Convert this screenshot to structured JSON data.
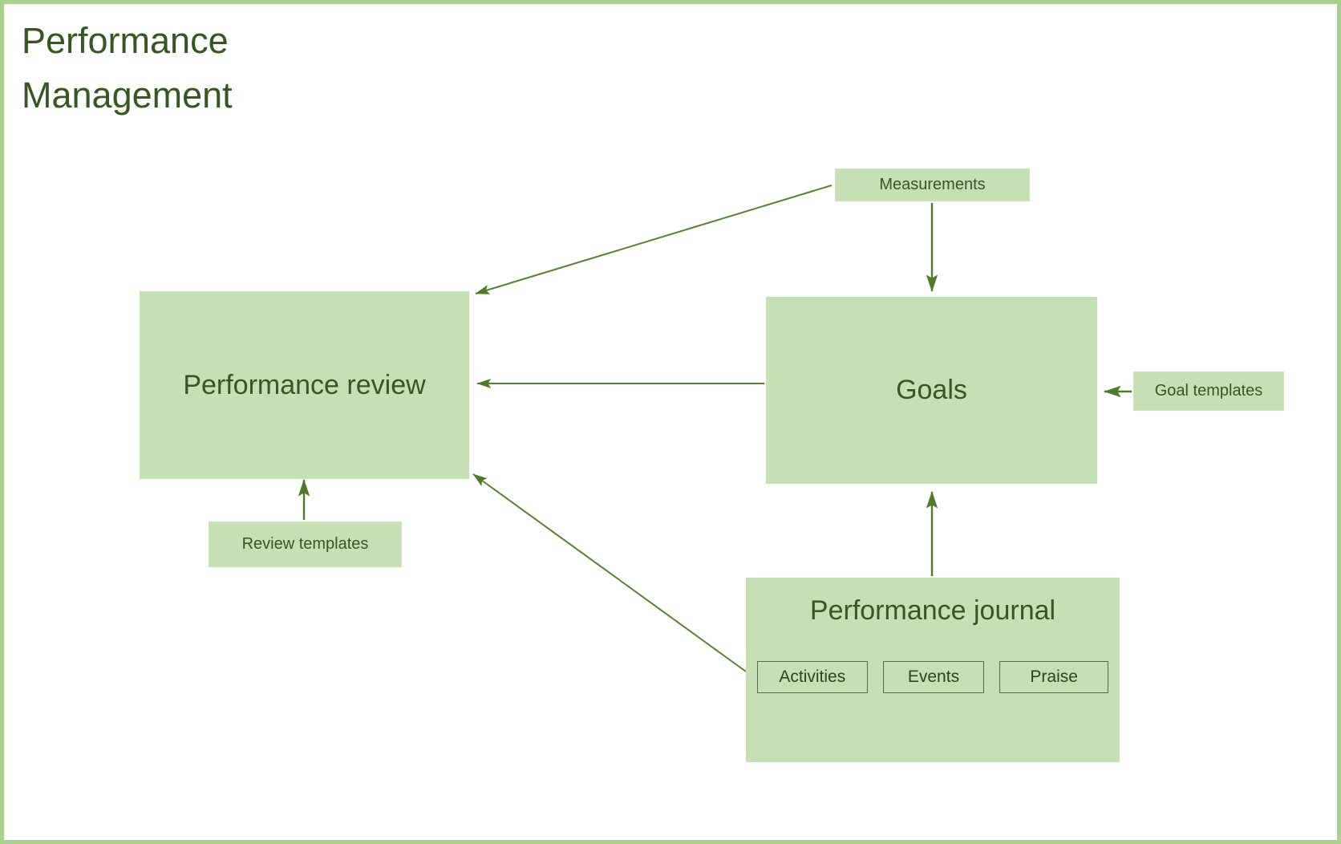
{
  "page": {
    "title": "Performance Management",
    "border_color": "#a9d18e",
    "background": "#ffffff"
  },
  "theme": {
    "node_fill": "#c5e0b4",
    "text_color": "#375623",
    "arrow_color": "#548235",
    "chip_border": "#5a6b4a"
  },
  "nodes": {
    "performance_review": {
      "label": "Performance review"
    },
    "goals": {
      "label": "Goals"
    },
    "measurements": {
      "label": "Measurements"
    },
    "goal_templates": {
      "label": "Goal templates"
    },
    "review_templates": {
      "label": "Review templates"
    },
    "performance_journal": {
      "label": "Performance journal",
      "chips": [
        {
          "label": "Activities"
        },
        {
          "label": "Events"
        },
        {
          "label": "Praise"
        }
      ]
    }
  },
  "edges": [
    {
      "from": "measurements",
      "to": "performance_review",
      "style": "diagonal"
    },
    {
      "from": "measurements",
      "to": "goals",
      "style": "vertical"
    },
    {
      "from": "goals",
      "to": "performance_review",
      "style": "horizontal"
    },
    {
      "from": "goal_templates",
      "to": "goals",
      "style": "horizontal"
    },
    {
      "from": "review_templates",
      "to": "performance_review",
      "style": "vertical"
    },
    {
      "from": "performance_journal",
      "to": "performance_review",
      "style": "diagonal"
    },
    {
      "from": "performance_journal",
      "to": "goals",
      "style": "vertical"
    }
  ]
}
